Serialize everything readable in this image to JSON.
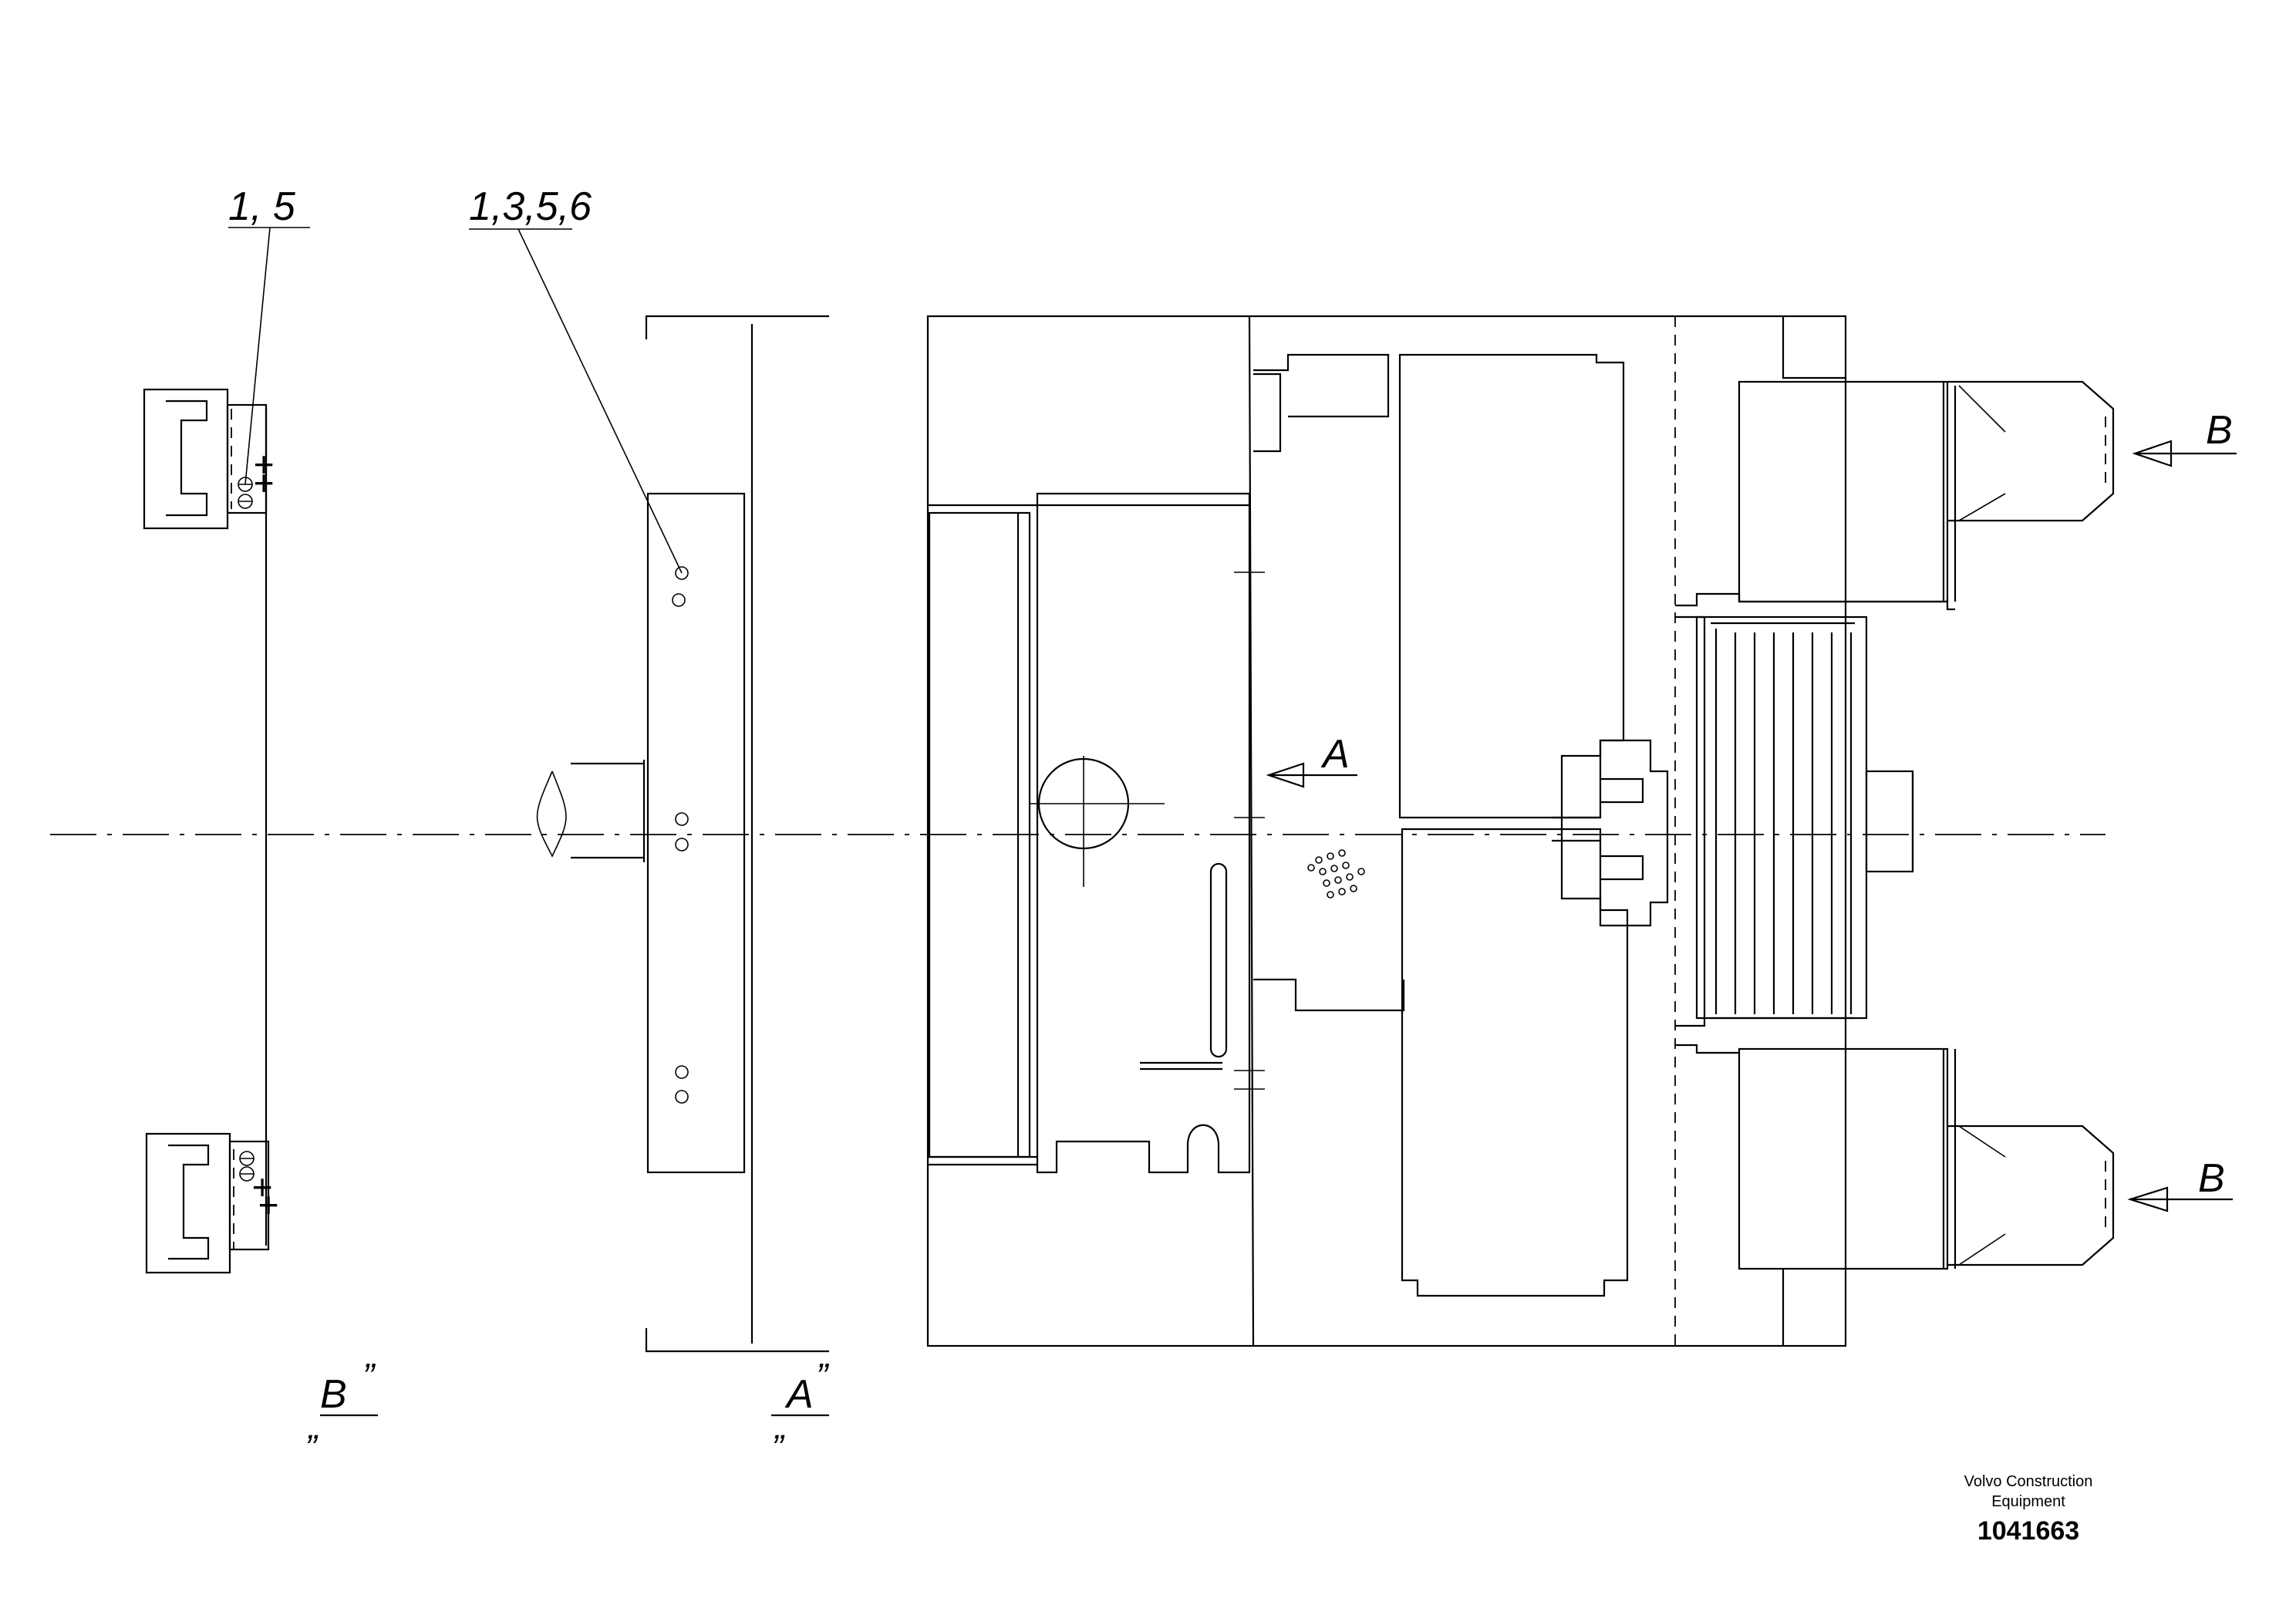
{
  "callouts": {
    "left_top": "1, 5",
    "middle_top": "1,3,5,6"
  },
  "view_labels": {
    "view_b": "B",
    "view_b_quote": "”",
    "view_a": "A",
    "view_a_quote": "”",
    "low_quote": "„"
  },
  "arrows": {
    "arrow_a": "A",
    "arrow_b_top": "B",
    "arrow_b_bottom": "B"
  },
  "footer": {
    "company_line1": "Volvo Construction",
    "company_line2": "Equipment",
    "part_number": "1041663"
  }
}
